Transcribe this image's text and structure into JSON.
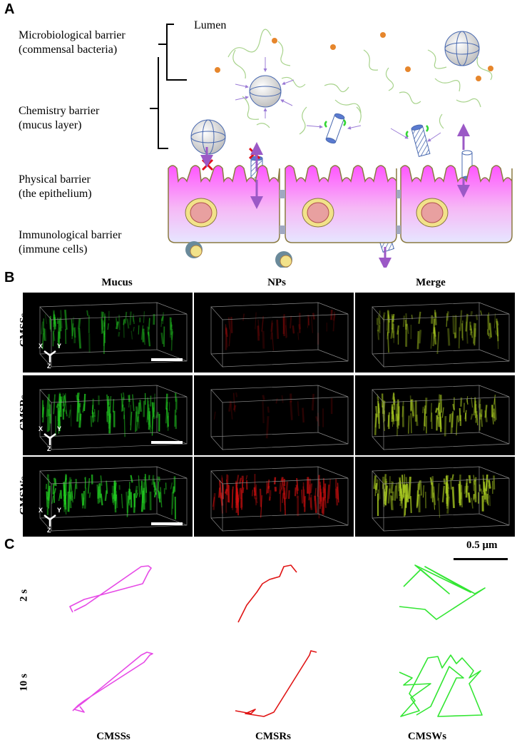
{
  "panels": {
    "a": "A",
    "b": "B",
    "c": "C"
  },
  "panel_a": {
    "lumen": "Lumen",
    "barriers": [
      {
        "line1": "Microbiological barrier",
        "line2": "(commensal bacteria)"
      },
      {
        "line1": "Chemistry barrier",
        "line2": "(mucus layer)"
      },
      {
        "line1": "Physical barrier",
        "line2": "(the epithelium)"
      },
      {
        "line1": "Immunological barrier",
        "line2": "(immune cells)"
      }
    ],
    "colors": {
      "cell_top": "#ff66ff",
      "cell_bottom": "#e8e8ff",
      "bacteria": "#e6862c",
      "mucus": "#a8d38c",
      "arrow": "#9b59c6",
      "block": "#e0101a",
      "nucleus": "#e8a0a0"
    }
  },
  "panel_b": {
    "columns": [
      "Mucus",
      "NPs",
      "Merge"
    ],
    "rows": [
      "CMSSs",
      "CMSRs",
      "CMSWs"
    ],
    "axes": {
      "x": "X",
      "y": "Y",
      "z": "Z"
    },
    "colors": {
      "mucus": "#22cc22",
      "nps": "#d01010",
      "merge": "#aacc22"
    },
    "signal_level": [
      {
        "mucus": 0.6,
        "nps": 0.25,
        "merge": 0.55
      },
      {
        "mucus": 0.8,
        "nps": 0.15,
        "merge": 0.75
      },
      {
        "mucus": 0.85,
        "nps": 0.8,
        "merge": 0.9
      }
    ]
  },
  "panel_c": {
    "scale_text": "0.5 μm",
    "times": [
      "2 s",
      "10 s"
    ],
    "labels": [
      "CMSSs",
      "CMSRs",
      "CMSWs"
    ],
    "colors": [
      "#e64ae6",
      "#e01414",
      "#33e633"
    ]
  }
}
